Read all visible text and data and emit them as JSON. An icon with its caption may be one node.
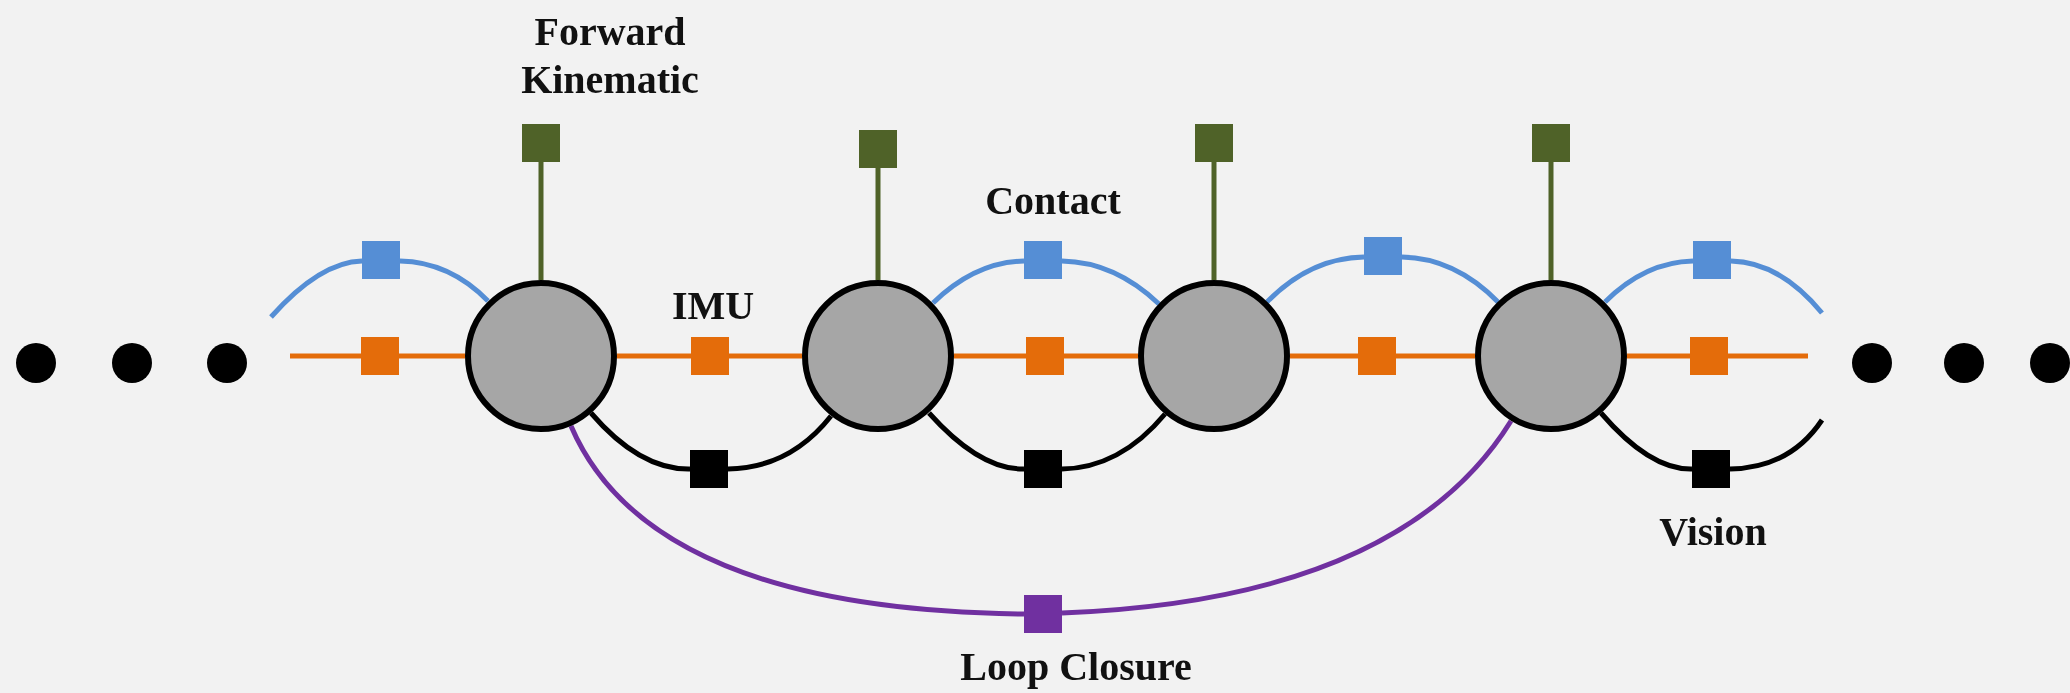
{
  "diagram": {
    "nodes": [
      {
        "text": [],
        "shape": "circle"
      },
      {
        "text": [],
        "shape": "circle"
      },
      {
        "text": [],
        "shape": "circle"
      },
      {
        "text": [],
        "shape": "circle"
      },
      {
        "text": [],
        "shape": "circle"
      },
      {
        "text": [],
        "shape": "circle"
      },
      {
        "text": [],
        "shape": "circle"
      },
      {
        "text": [],
        "shape": "circle"
      },
      {
        "text": [],
        "shape": "circle"
      },
      {
        "text": [],
        "shape": "circle"
      },
      {
        "text": [],
        "shape": "box"
      },
      {
        "text": [],
        "shape": "box"
      },
      {
        "text": [],
        "shape": "box"
      },
      {
        "text": [],
        "shape": "box"
      },
      {
        "text": [],
        "shape": "box"
      },
      {
        "text": [],
        "shape": "box"
      },
      {
        "text": [],
        "shape": "box"
      },
      {
        "text": [],
        "shape": "box"
      },
      {
        "text": [],
        "shape": "box"
      },
      {
        "text": [],
        "shape": "box"
      },
      {
        "text": [],
        "shape": "box"
      },
      {
        "text": [],
        "shape": "box"
      },
      {
        "text": [],
        "shape": "box"
      },
      {
        "text": [],
        "shape": "box"
      },
      {
        "text": [],
        "shape": "box"
      },
      {
        "text": [],
        "shape": "box"
      },
      {
        "text": [],
        "shape": "box"
      }
    ],
    "edges": [
      {
        "from": 10,
        "to": 3,
        "arrow": "none",
        "color": "#4f6228"
      },
      {
        "from": 11,
        "to": 4,
        "arrow": "none",
        "color": "#4f6228"
      },
      {
        "from": 12,
        "to": 5,
        "arrow": "none",
        "color": "#4f6228"
      },
      {
        "from": 13,
        "to": 6,
        "arrow": "none",
        "color": "#4f6228"
      },
      {
        "from": null,
        "to": 14,
        "arrow": "none",
        "color": "#558ed5"
      },
      {
        "from": 14,
        "to": 3,
        "arrow": "none",
        "color": "#558ed5"
      },
      {
        "from": 4,
        "to": 15,
        "arrow": "none",
        "color": "#558ed5"
      },
      {
        "from": 15,
        "to": 5,
        "arrow": "none",
        "color": "#558ed5"
      },
      {
        "from": 5,
        "to": 16,
        "arrow": "none",
        "color": "#558ed5"
      },
      {
        "from": 16,
        "to": 6,
        "arrow": "none",
        "color": "#558ed5"
      },
      {
        "from": 6,
        "to": 17,
        "arrow": "none",
        "color": "#558ed5"
      },
      {
        "from": 17,
        "to": null,
        "arrow": "none",
        "color": "#558ed5"
      },
      {
        "from": null,
        "to": 18,
        "arrow": "none"
      },
      {
        "from": 18,
        "to": 3,
        "arrow": "none"
      },
      {
        "from": 3,
        "to": 19,
        "arrow": "none"
      },
      {
        "from": 19,
        "to": 4,
        "arrow": "none"
      },
      {
        "from": 4,
        "to": 20,
        "arrow": "none"
      },
      {
        "from": 20,
        "to": 5,
        "arrow": "none"
      },
      {
        "from": 5,
        "to": 21,
        "arrow": "none"
      },
      {
        "from": 21,
        "to": 6,
        "arrow": "none"
      },
      {
        "from": 6,
        "to": 22,
        "arrow": "none"
      },
      {
        "from": 22,
        "to": null,
        "arrow": "none"
      },
      {
        "from": 3,
        "to": 23,
        "arrow": "none",
        "color": "#000000"
      },
      {
        "from": 23,
        "to": 4,
        "arrow": "none",
        "color": "#000000"
      },
      {
        "from": 4,
        "to": 24,
        "arrow": "none",
        "color": "#000000"
      },
      {
        "from": 24,
        "to": 5,
        "arrow": "none",
        "color": "#000000"
      },
      {
        "from": 6,
        "to": 25,
        "arrow": "none",
        "color": "#000000"
      },
      {
        "from": 25,
        "to": null,
        "arrow": "none",
        "color": "#000000"
      },
      {
        "from": 3,
        "to": 26,
        "arrow": "none",
        "color": "#7030a0"
      },
      {
        "from": 26,
        "to": 6,
        "arrow": "none",
        "color": "#7030a0"
      }
    ],
    "labels": [
      "Forward Kinematic",
      "Contact",
      "IMU",
      "Vision",
      "Loop Closure"
    ]
  }
}
